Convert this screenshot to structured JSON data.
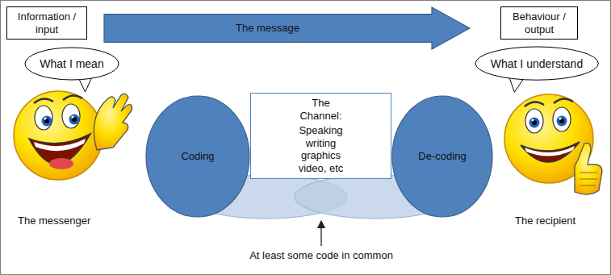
{
  "diagram": {
    "nodes": [
      {
        "text": [
          "Information / input"
        ]
      },
      {
        "text": [
          "The message"
        ]
      },
      {
        "text": [
          "Behaviour / output"
        ]
      },
      {
        "text": [
          "What I mean"
        ]
      },
      {
        "text": [
          "What I understand"
        ]
      },
      {
        "text": [
          "Coding"
        ]
      },
      {
        "text": [
          "The Channel:",
          "Speaking writing graphics video, etc"
        ]
      },
      {
        "text": [
          "De-coding"
        ]
      }
    ],
    "labels": [
      "The messenger",
      "The recipient",
      "At least some code in common"
    ]
  }
}
